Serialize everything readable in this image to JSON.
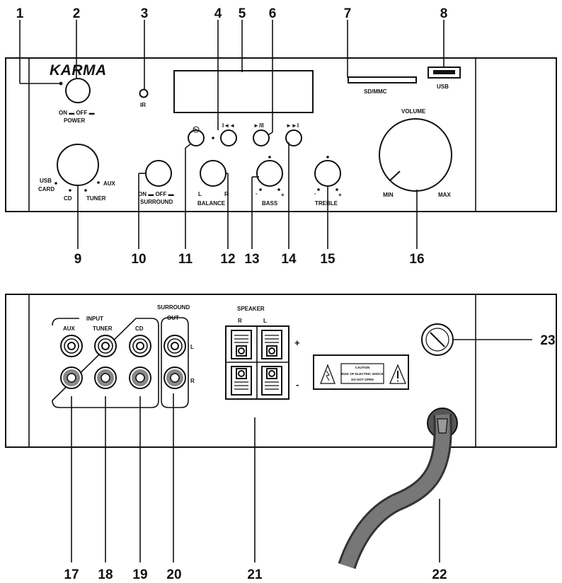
{
  "brand": "KARMA",
  "callouts": [
    "1",
    "2",
    "3",
    "4",
    "5",
    "6",
    "7",
    "8",
    "9",
    "10",
    "11",
    "12",
    "13",
    "14",
    "15",
    "16",
    "17",
    "18",
    "19",
    "20",
    "21",
    "22",
    "23"
  ],
  "front": {
    "power_on_off": "ON ▬ OFF ▬",
    "power": "POWER",
    "ir": "IR",
    "sd_mmc": "SD/MMC",
    "usb": "USB",
    "volume": "VOLUME",
    "min": "MIN",
    "max": "MAX",
    "source_usb": "USB",
    "source_card": "CARD",
    "source_cd": "CD",
    "source_tuner": "TUNER",
    "source_aux": "AUX",
    "surround_on_off": "ON ▬ OFF ▬",
    "surround": "SURROUND",
    "balance": "BALANCE",
    "balance_l": "L",
    "balance_r": "R",
    "bass": "BASS",
    "treble": "TREBLE",
    "minus": "-",
    "plus": "+",
    "btn_prev": "I◄◄",
    "btn_play": "►/II",
    "btn_next": "►►I"
  },
  "rear": {
    "input": "INPUT",
    "aux": "AUX",
    "tuner": "TUNER",
    "cd": "CD",
    "surround_out_1": "SURROUND",
    "surround_out_2": "OUT",
    "ch_l": "L",
    "ch_r": "R",
    "speaker": "SPEAKER",
    "spk_r": "R",
    "spk_l": "L",
    "plus": "+",
    "minus": "-",
    "caution": "CAUTION",
    "risk": "RISK OF ELECTRIC SHOCK",
    "do_not_open": "DO NOT OPEN"
  }
}
